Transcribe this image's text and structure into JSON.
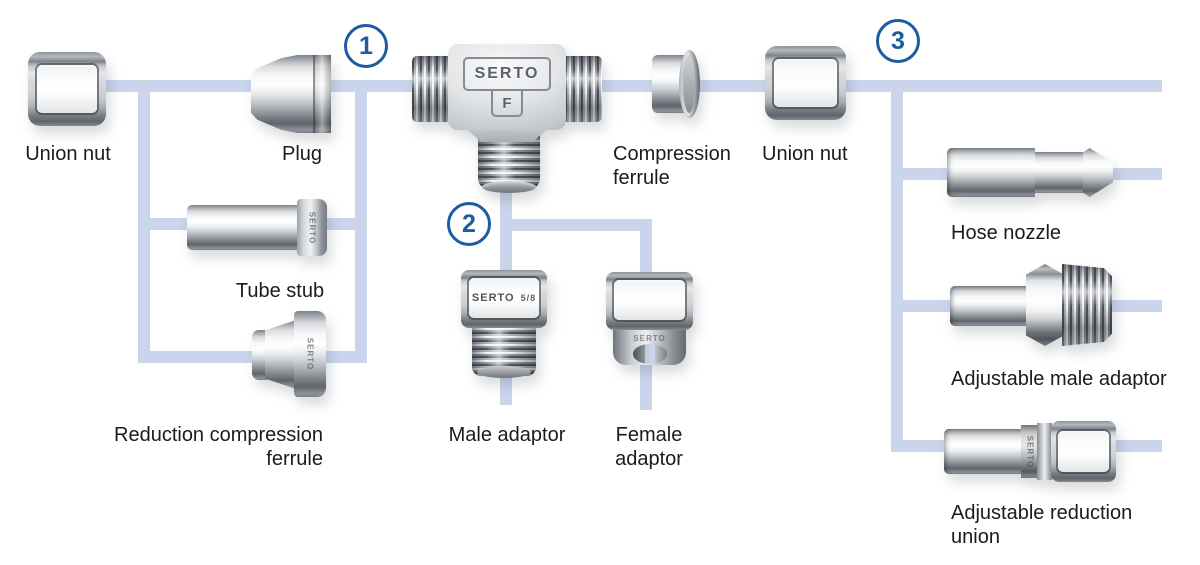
{
  "colors": {
    "connector_line": "#cad5ec",
    "marker_blue": "#1d5c9e",
    "label_text": "#1b1b1d",
    "background": "#ffffff"
  },
  "markers": {
    "one": "1",
    "two": "2",
    "three": "3"
  },
  "labels": {
    "union_nut_left": "Union nut",
    "plug": "Plug",
    "compression_ferrule": "Compression ferrule",
    "union_nut_right": "Union nut",
    "tube_stub": "Tube stub",
    "reduction_compression_ferrule": "Reduction compression ferrule",
    "male_adaptor": "Male adaptor",
    "female_adaptor": "Female adaptor",
    "hose_nozzle": "Hose nozzle",
    "adjustable_male_adaptor": "Adjustable male adaptor",
    "adjustable_reduction_union": "Adjustable reduction union"
  },
  "stamps": {
    "tee_brand": "SERTO",
    "tee_series": "F",
    "male_adaptor_brand": "SERTO",
    "male_adaptor_size": "5/8",
    "tube_stub_brand": "SERTO",
    "reduction_ferrule_brand": "SERTO",
    "reduction_union_brand": "SERTO",
    "female_adaptor_brand": "SERTO"
  }
}
